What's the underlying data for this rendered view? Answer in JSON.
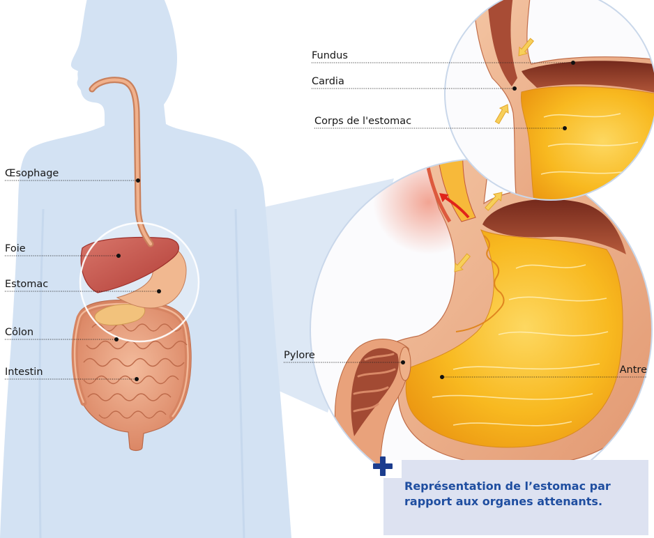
{
  "diagram": {
    "labels": {
      "oesophage": "Œsophage",
      "foie": "Foie",
      "estomac": "Estomac",
      "colon": "Côlon",
      "intestin": "Intestin",
      "fundus": "Fundus",
      "cardia": "Cardia",
      "corps": "Corps de l'estomac",
      "pylore": "Pylore",
      "antre": "Antre"
    }
  },
  "caption": {
    "icon": "plus-icon",
    "line1": "Représentation de l’estomac par",
    "line2": "rapport aux organes attenants."
  },
  "colors": {
    "silhouette": "#d3e2f3",
    "projection": "#dde8f5",
    "caption_background": "#dde2f1",
    "caption_text": "#1f4ea0",
    "icon": "#1c3d8e"
  }
}
